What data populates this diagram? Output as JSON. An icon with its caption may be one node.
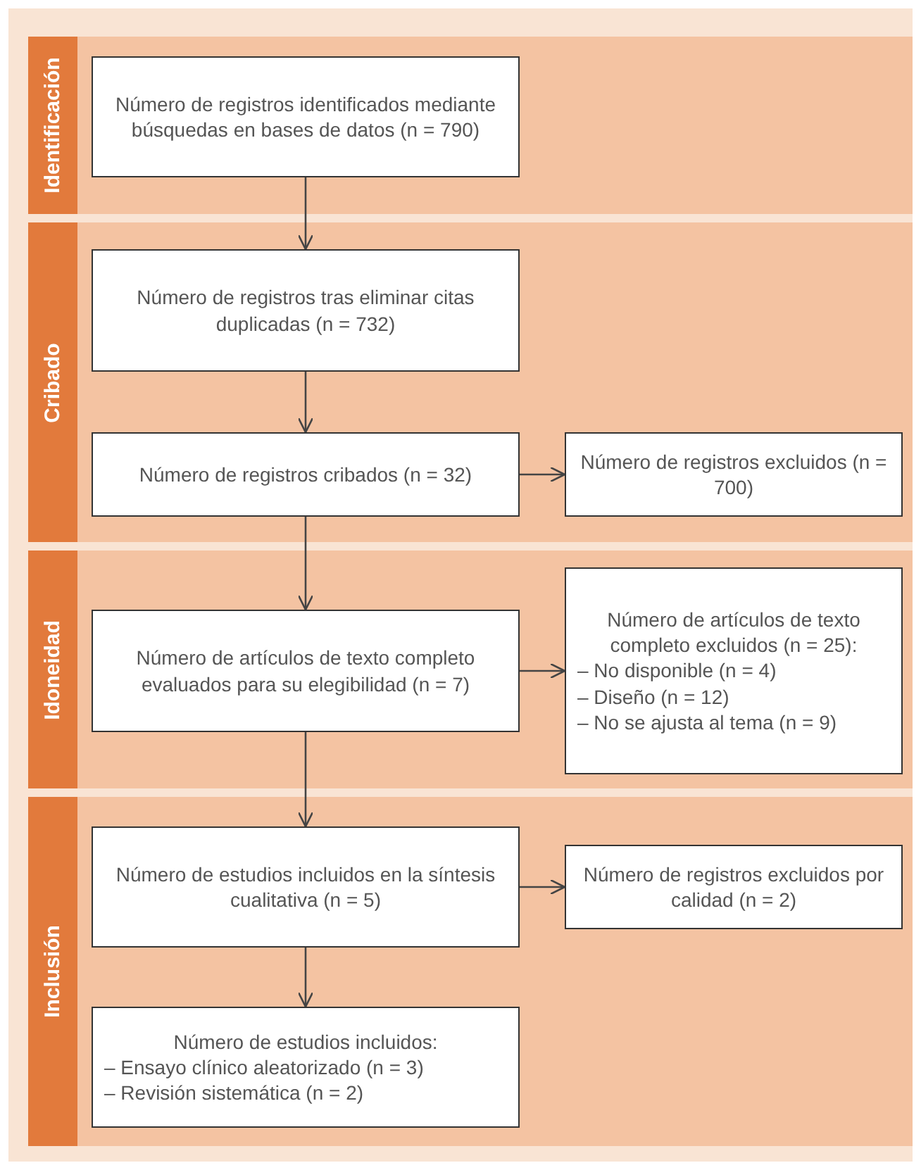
{
  "diagram": {
    "nodes": [
      {
        "text": [
          "Identificación"
        ]
      },
      {
        "text": [
          "Número de registros identificados mediante búsquedas en bases de datos (n = 790)"
        ],
        "in": 0
      },
      {
        "text": [
          "Cribado"
        ]
      },
      {
        "text": [
          "Número de registros tras eliminar citas duplicadas (n = 732)"
        ],
        "in": 2
      },
      {
        "text": [
          "Número de registros cribados (n = 32)"
        ],
        "in": 2
      },
      {
        "text": [
          "Número de registros excluidos (n = 700)"
        ],
        "in": 2
      },
      {
        "text": [
          "Idoneidad"
        ]
      },
      {
        "text": [
          "Número de artículos de texto completo evaluados para su elegibilidad (n = 7)"
        ],
        "in": 6
      },
      {
        "text": [
          "Número de artículos de texto completo excluidos (n = 25):",
          "– No disponible (n = 4)",
          "– Diseño (n = 12)",
          "– No se ajusta al tema (n = 9)"
        ],
        "in": 6
      },
      {
        "text": [
          "Inclusión"
        ]
      },
      {
        "text": [
          "Número de estudios incluidos en la síntesis cualitativa (n = 5)"
        ],
        "in": 9
      },
      {
        "text": [
          "Número de registros excluidos por calidad (n = 2)"
        ],
        "in": 9
      },
      {
        "text": [
          "Número de estudios incluidos:",
          "– Ensayo clínico aleatorizado (n = 3)",
          "– Revisión sistemática (n = 2)"
        ],
        "in": 9
      }
    ],
    "edges": [
      {
        "from": 1,
        "to": 3,
        "arrow": "to"
      },
      {
        "from": 3,
        "to": 4,
        "arrow": "to"
      },
      {
        "from": 4,
        "to": 5,
        "arrow": "to"
      },
      {
        "from": 4,
        "to": 7,
        "arrow": "to"
      },
      {
        "from": 7,
        "to": 8,
        "arrow": "to"
      },
      {
        "from": 7,
        "to": 10,
        "arrow": "to"
      },
      {
        "from": 10,
        "to": 11,
        "arrow": "to"
      },
      {
        "from": 10,
        "to": 12,
        "arrow": "to"
      }
    ]
  }
}
